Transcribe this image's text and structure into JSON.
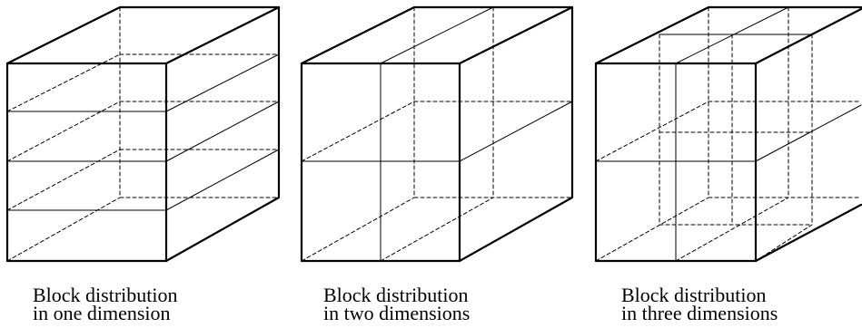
{
  "panels": [
    {
      "id": "one",
      "caption_line1": "Block distribution",
      "caption_line2": "in one dimension"
    },
    {
      "id": "two",
      "caption_line1": "Block distribution",
      "caption_line2": "in two dimensions"
    },
    {
      "id": "three",
      "caption_line1": "Block distribution",
      "caption_line2": "in three dimensions"
    }
  ]
}
